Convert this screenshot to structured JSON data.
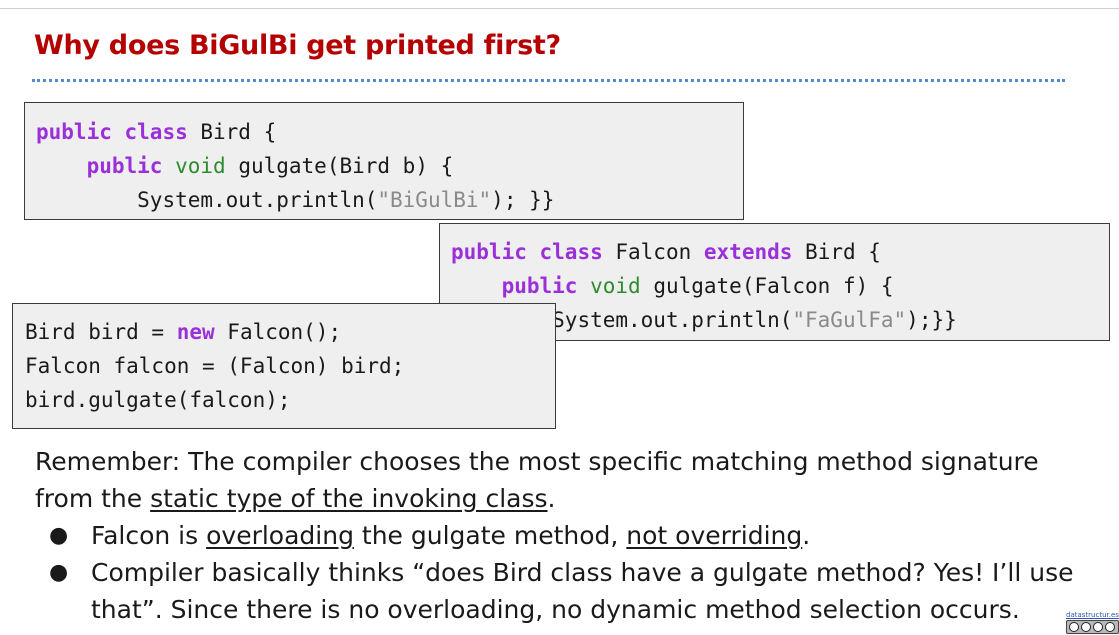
{
  "slide": {
    "title": "Why does BiGulBi get printed first?"
  },
  "code": {
    "bird_class": {
      "l1_kw1": "public",
      "l1_kw2": "class",
      "l1_rest": " Bird {",
      "l2_kw": "public",
      "l2_type": "void",
      "l2_rest": " gulgate(Bird b) {",
      "l3_pre": "System.out.println(",
      "l3_str": "\"BiGulBi\"",
      "l3_post": "); }}"
    },
    "falcon_class": {
      "l1_kw1": "public",
      "l1_kw2": "class",
      "l1_mid": " Falcon ",
      "l1_kw3": "extends",
      "l1_rest": " Bird {",
      "l2_kw": "public",
      "l2_type": "void",
      "l2_rest": " gulgate(Falcon f) {",
      "l3_pre": "System.out.println(",
      "l3_str": "\"FaGulFa\"",
      "l3_post": ");}}"
    },
    "main": {
      "l1_pre": "Bird bird = ",
      "l1_kw": "new",
      "l1_post": " Falcon();",
      "l2": "Falcon falcon = (Falcon) bird;",
      "l3": "bird.gulgate(falcon);"
    }
  },
  "explanation": {
    "p1_a": "Remember: The compiler chooses the most specific matching method signature",
    "p1_b_pre": "from the ",
    "p1_b_u": "static type of the invoking class",
    "p1_b_post": ".",
    "bullet_glyph": "●",
    "b1_pre": "Falcon is ",
    "b1_u1": "overloading",
    "b1_mid": " the gulgate method, ",
    "b1_u2": "not overriding",
    "b1_post": ".",
    "b2_a": "Compiler basically thinks “does Bird class have a gulgate method? Yes! I’ll use",
    "b2_b": "that”. Since there is no overloading, no dynamic method selection occurs."
  },
  "footer": {
    "site": "datastructur.es",
    "license_icon": "cc-by-nc-sa-icon"
  }
}
